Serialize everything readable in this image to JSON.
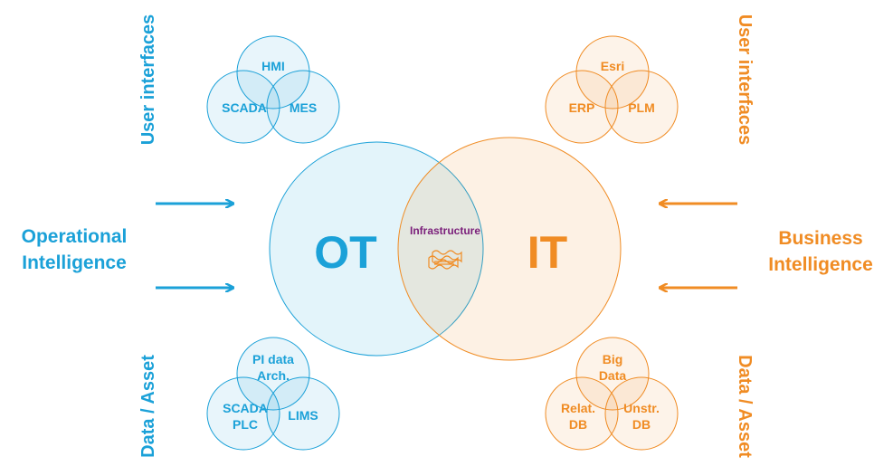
{
  "colors": {
    "ot": "#1ba1d8",
    "it": "#f08c24",
    "infrastructure": "#7a1f7a"
  },
  "left": {
    "title_line1": "Operational",
    "title_line2": "Intelligence",
    "top_vertical": "User interfaces",
    "bottom_vertical": "Data / Asset",
    "ui_circles": [
      "HMI",
      "SCADA",
      "MES"
    ],
    "data_circles": [
      {
        "line1": "PI data",
        "line2": "Arch."
      },
      {
        "line1": "SCADA",
        "line2": "PLC"
      },
      {
        "line1": "LIMS",
        "line2": ""
      }
    ]
  },
  "right": {
    "title_line1": "Business",
    "title_line2": "Intelligence",
    "top_vertical": "User interfaces",
    "bottom_vertical": "Data / Asset",
    "ui_circles": [
      "Esri",
      "ERP",
      "PLM"
    ],
    "data_circles": [
      {
        "line1": "Big",
        "line2": "Data"
      },
      {
        "line1": "Relat.",
        "line2": "DB"
      },
      {
        "line1": "Unstr.",
        "line2": "DB"
      }
    ]
  },
  "center": {
    "ot_label": "OT",
    "it_label": "IT",
    "infrastructure_label": "Infrastructure",
    "infrastructure_icon": "server-rack-icon"
  }
}
